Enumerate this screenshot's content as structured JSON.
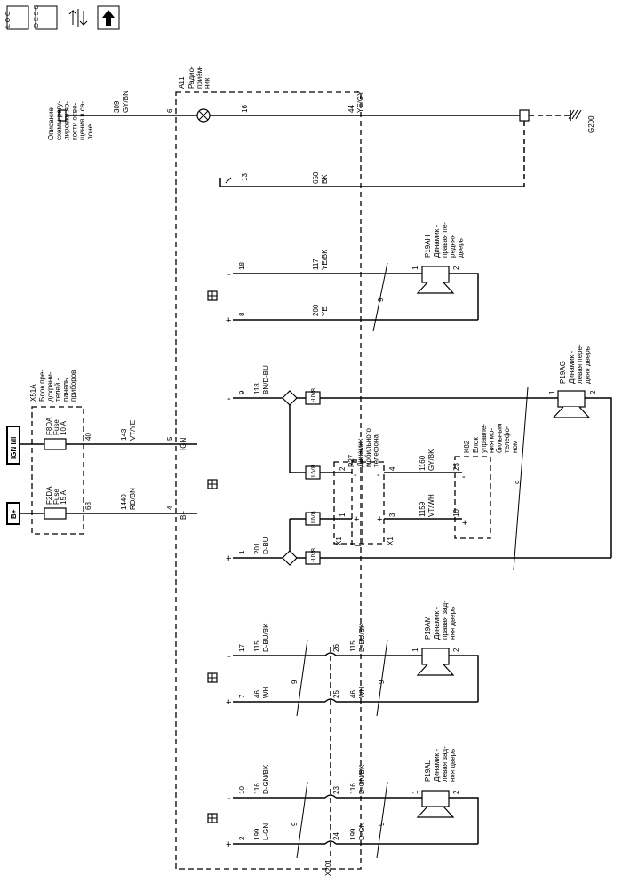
{
  "toolbar": {
    "loc_label": "L O C",
    "desc_label": "D E S C",
    "icons": [
      "loc-icon",
      "desc-icon",
      "flow-tool-icon",
      "up-arrow-icon"
    ]
  },
  "radio": {
    "ref": "A11",
    "name": "Радио-\nприём-\nник",
    "ign_label": "IGN",
    "bplus_label": "B+"
  },
  "fusebox": {
    "ref": "X51A",
    "name": "Блок пре-\nдохрани-\nтелей -\nпанель\nприборов"
  },
  "power": {
    "ign_box": "IGN I/II",
    "bplus_box": "B+"
  },
  "fuse_f8da": {
    "name": "F8DA",
    "sub": "Fuse",
    "rating": "10 A"
  },
  "fuse_f2da": {
    "name": "F2DA",
    "sub": "Fuse",
    "rating": "15 A"
  },
  "dimmer_desc": "Описание\nсхемы регу-\nлировки яр-\nкости освe-\nщения в са-\nлоне",
  "ground": "G200",
  "labels": {
    "pin_6": "6",
    "pin_16": "16",
    "pin_13": "13",
    "pin_18": "18",
    "pin_8": "8",
    "pin_9": "9",
    "pin_1": "1",
    "pin_17": "17",
    "pin_7": "7",
    "pin_10": "10",
    "pin_2": "2",
    "pin_5": "5",
    "pin_4": "4",
    "fb_40": "40",
    "fb_68": "68",
    "c309": "309",
    "c309w": "GY/BN",
    "c44": "44",
    "c44w": "YE/GY",
    "c650": "650",
    "c650w": "BK",
    "c117": "117",
    "c117w": "YE/BK",
    "c200": "200",
    "c200w": "YE",
    "c118": "118",
    "c118w": "BN/D-BU",
    "c201": "201",
    "c201w": "D-BU",
    "c143": "143",
    "c143w": "VT/YE",
    "c1440": "1440",
    "c1440w": "RD/BN",
    "c1160": "1160",
    "c1160w": "GY/BK",
    "c1159": "1159",
    "c1159w": "VT/WH",
    "c115": "115",
    "c115w": "D-BU/BK",
    "c46": "46",
    "c46w": "WH",
    "c116": "116",
    "c116w": "D-GN/BK",
    "c199": "199",
    "c199lw": "L-GN",
    "c199w": "D-GN",
    "x201": "X201",
    "x201_26": "26",
    "x201_25": "25",
    "x201_23": "23",
    "x201_24": "24",
    "x1": "X1",
    "p27_2": "2",
    "p27_1": "1",
    "p27_4": "4",
    "p27_3": "3",
    "k82_23": "23",
    "k82_10": "10",
    "uv8": "UV8",
    "neg_uv8": "-UV8",
    "nine": "9",
    "minus": "-",
    "plus": "+",
    "one": "1",
    "two": "2"
  },
  "speakers": {
    "p19ah": {
      "ref": "P19AH",
      "name": "Динамик -\nправая пе-\nредняя\nдверь"
    },
    "p19ag": {
      "ref": "P19AG",
      "name": "Динамик -\nлевая пере-\nдняя дверь"
    },
    "p19am": {
      "ref": "P19AM",
      "name": "Динамик -\nправая зад-\nняя дверь"
    },
    "p19al": {
      "ref": "P19AL",
      "name": "Динамик -\nлевая зад-\nняя дверь"
    }
  },
  "p27": {
    "ref": "P27",
    "name": "Динамик\nмобильного\nтелефона"
  },
  "k82": {
    "ref": "K82",
    "name": "Блок\nуправле-\nния мо-\nбильным\nтелефо-\nном"
  }
}
